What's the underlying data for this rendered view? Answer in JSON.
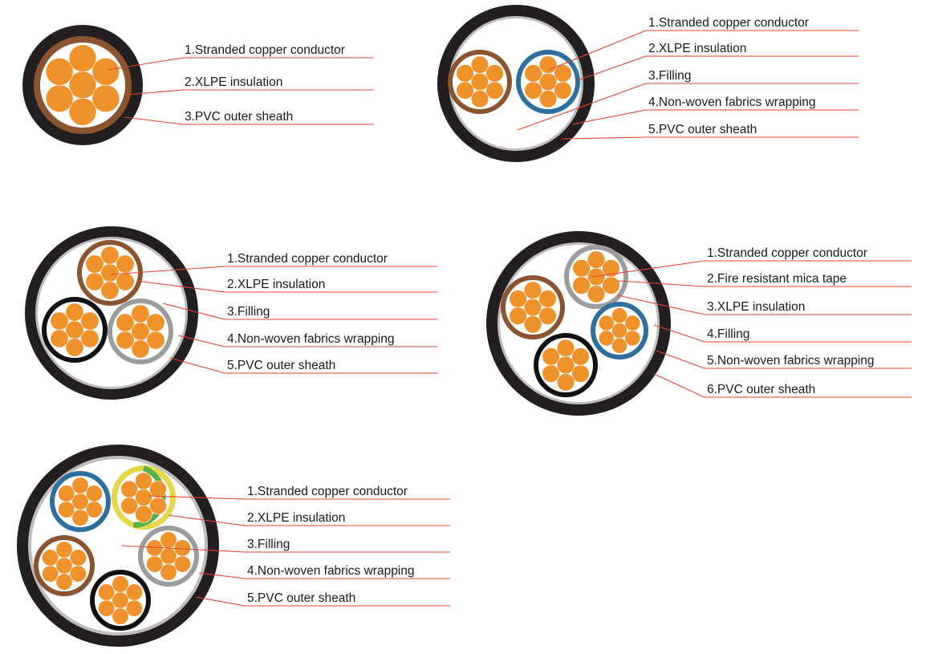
{
  "colors": {
    "sheath": "#231f20",
    "filling": "#ffffff",
    "wrap": "#bdbdbd",
    "copper": "#f0922b",
    "copper_edge": "#ffffff",
    "leader": "#e8412c",
    "brown": "#8a5430",
    "blue": "#2e6f9e",
    "grey": "#9c9c9c",
    "black": "#111111",
    "yellow": "#e5d84a",
    "green": "#58b04a"
  },
  "diagrams": [
    {
      "id": "single-core",
      "labels": [
        "1.Stranded copper conductor",
        "2.XLPE insulation",
        "3.PVC outer sheath"
      ]
    },
    {
      "id": "two-core",
      "labels": [
        "1.Stranded copper conductor",
        "2.XLPE insulation",
        "3.Filling",
        "4.Non-woven fabrics wrapping",
        "5.PVC outer sheath"
      ]
    },
    {
      "id": "three-core",
      "labels": [
        "1.Stranded copper conductor",
        "2.XLPE insulation",
        "3.Filling",
        "4.Non-woven fabrics wrapping",
        "5.PVC outer sheath"
      ]
    },
    {
      "id": "four-core-fire-resistant",
      "labels": [
        "1.Stranded copper conductor",
        "2.Fire resistant mica tape",
        "3.XLPE insulation",
        "4.Filling",
        "5.Non-woven fabrics wrapping",
        "6.PVC outer sheath"
      ]
    },
    {
      "id": "five-core",
      "labels": [
        "1.Stranded copper conductor",
        "2.XLPE insulation",
        "3.Filling",
        "4.Non-woven fabrics wrapping",
        "5.PVC outer sheath"
      ]
    }
  ]
}
